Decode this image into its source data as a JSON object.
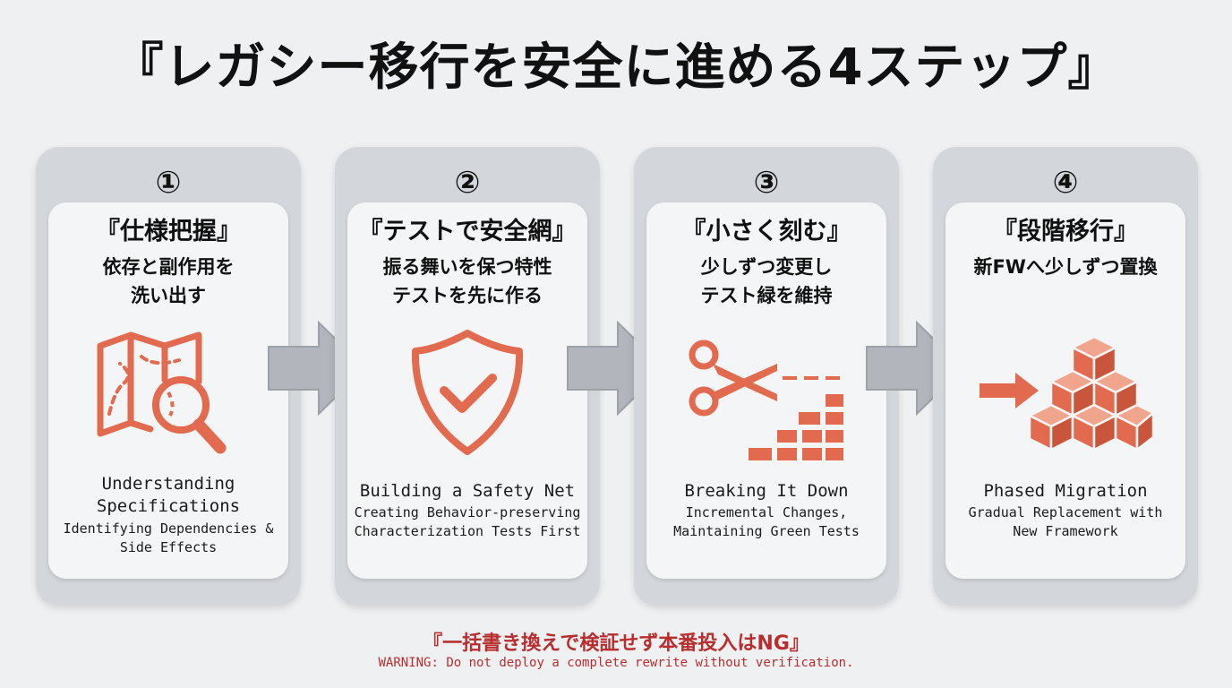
{
  "title": "『レガシー移行を安全に進める4ステップ』",
  "accent_color": "#e26b4f",
  "steps": [
    {
      "num": "①",
      "title": "『仕様把握』",
      "desc": [
        "依存と副作用を",
        "洗い出す"
      ],
      "icon": "map-magnifier-icon",
      "en_title": [
        "Understanding",
        "Specifications"
      ],
      "en_sub": [
        "Identifying Dependencies &",
        "Side Effects"
      ]
    },
    {
      "num": "②",
      "title": "『テストで安全網』",
      "desc": [
        "振る舞いを保つ特性",
        "テストを先に作る"
      ],
      "icon": "shield-check-icon",
      "en_title": [
        "Building a Safety Net"
      ],
      "en_sub": [
        "Creating Behavior-preserving",
        "Characterization Tests First"
      ]
    },
    {
      "num": "③",
      "title": "『小さく刻む』",
      "desc": [
        "少しずつ変更し",
        "テスト緑を維持"
      ],
      "icon": "scissors-blocks-icon",
      "en_title": [
        "Breaking It Down"
      ],
      "en_sub": [
        "Incremental Changes,",
        "Maintaining Green Tests"
      ]
    },
    {
      "num": "④",
      "title": "『段階移行』",
      "desc": [
        "新FWへ少しずつ置換"
      ],
      "icon": "arrow-cubes-icon",
      "en_title": [
        "Phased Migration"
      ],
      "en_sub": [
        "Gradual Replacement with",
        "New Framework"
      ]
    }
  ],
  "warning": {
    "jp": "『一括書き換えで検証せず本番投入はNG』",
    "en": "WARNING: Do not deploy a complete rewrite without verification."
  }
}
